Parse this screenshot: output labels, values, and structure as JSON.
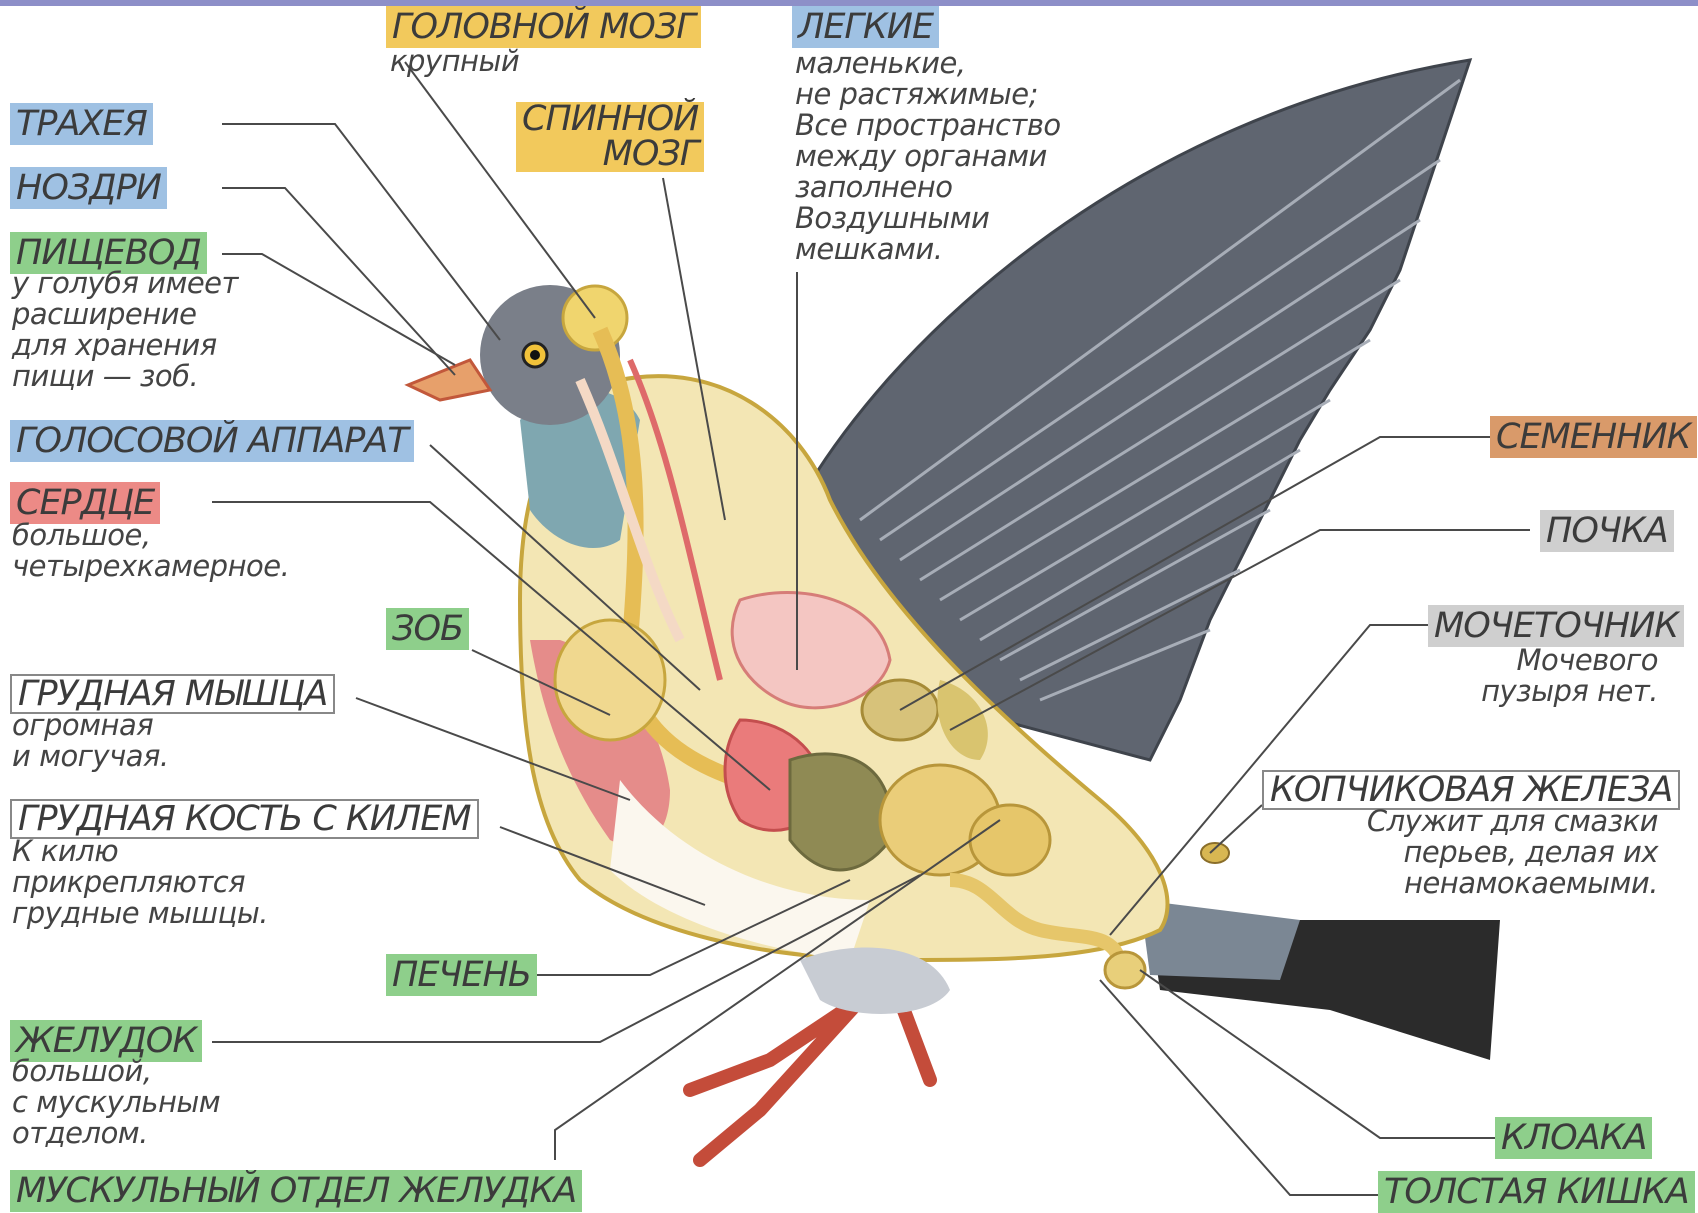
{
  "labels": {
    "brain": "ГОЛОВНОЙ МОЗГ",
    "brain_desc": "крупный",
    "lungs": "ЛЕГКИЕ",
    "lungs_desc": "маленькие,\nне растяжимые;\nВсе пространство\nмежду органами\nзаполнено\nВоздушными\nмешками.",
    "trachea": "ТРАХЕЯ",
    "nostrils": "НОЗДРИ",
    "spinal_cord": "СПИННОЙ\nМОЗГ",
    "esophagus": "ПИЩЕВОД",
    "esophagus_desc": "у голубя имеет\nрасширение\nдля хранения\nпищи — зоб.",
    "voice": "ГОЛОСОВОЙ АППАРАТ",
    "heart": "СЕРДЦЕ",
    "heart_desc": "большое,\nчетырехкамерное.",
    "crop": "ЗОБ",
    "pectoral": "ГРУДНАЯ МЫШЦА",
    "pectoral_desc": "огромная\nи могучая.",
    "sternum": "ГРУДНАЯ КОСТЬ С КИЛЕМ",
    "sternum_desc": "К килю\nприкрепляются\nгрудные мышцы.",
    "liver": "ПЕЧЕНЬ",
    "stomach": "ЖЕЛУДОК",
    "stomach_desc": "большой,\nс мускульным\nотделом.",
    "gizzard": "МУСКУЛЬНЫЙ ОТДЕЛ ЖЕЛУДКА",
    "testis": "СЕМЕННИК",
    "kidney": "ПОЧКА",
    "ureter": "МОЧЕТОЧНИК",
    "ureter_desc": "Мочевого\nпузыря нет.",
    "preen": "КОПЧИКОВАЯ ЖЕЛЕЗА",
    "preen_desc": "Служит для смазки\nперьев, делая их\nненамокаемыми.",
    "cloaca": "КЛОАКА",
    "colon": "ТОЛСТАЯ КИШКА"
  },
  "colors": {
    "blue": "#9fc1e3",
    "yellow": "#f2c95c",
    "green": "#8ecf8b",
    "red": "#ec8a86",
    "orange": "#d99a6a",
    "grey": "#cfcfcf"
  }
}
